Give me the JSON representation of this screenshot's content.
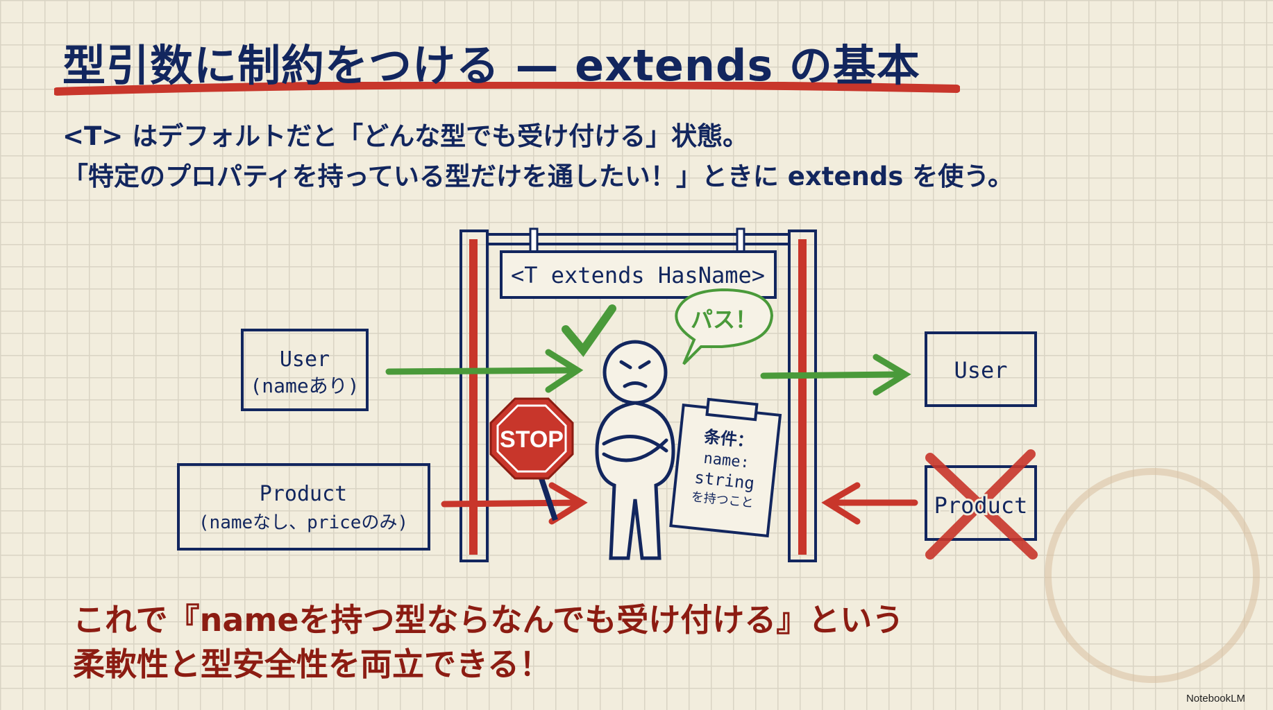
{
  "title": "型引数に制約をつける — extends の基本",
  "intro": {
    "line1": "<T> はデフォルトだと「どんな型でも受け付ける」状態。",
    "line2": "「特定のプロパティを持っている型だけを通したい！」ときに extends を使う。"
  },
  "diagram": {
    "gate_sign": "<T extends HasName>",
    "user_in": {
      "line1": "User",
      "line2": "(nameあり)"
    },
    "product_in": {
      "line1": "Product",
      "line2": "(nameなし、priceのみ)"
    },
    "user_out": "User",
    "product_out": "Product",
    "speech": "パス！",
    "stop": "STOP",
    "clipboard": {
      "line1": "条件：",
      "line2": "name:",
      "line3": "string",
      "line4": "を持つこと"
    }
  },
  "conclusion": {
    "line1": "これで『nameを持つ型ならなんでも受け付ける』という",
    "line2": "柔軟性と型安全性を両立できる！"
  },
  "brand": "NotebookLM",
  "colors": {
    "navy": "#12265e",
    "red": "#c8362b",
    "green": "#4a9a3a",
    "conclusion": "#8c1c12"
  }
}
